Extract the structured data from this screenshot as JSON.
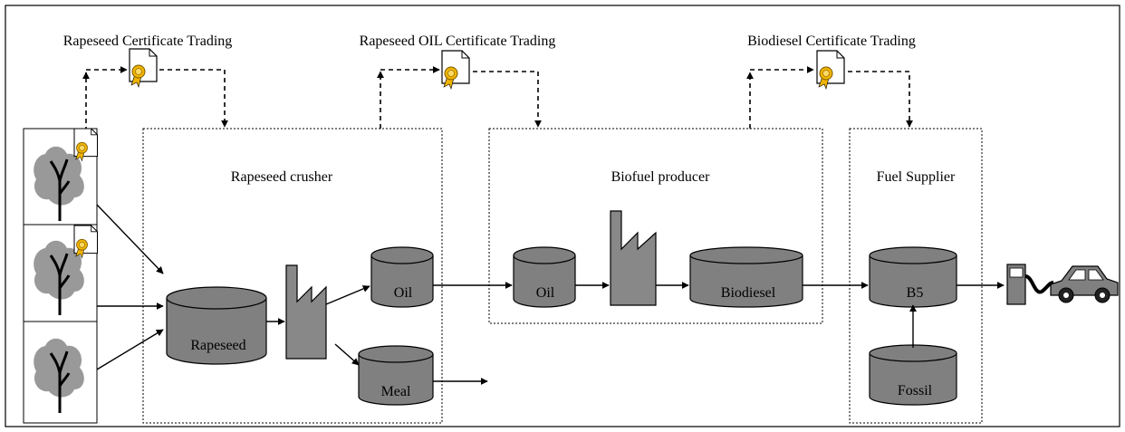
{
  "trading_labels": {
    "rapeseed": "Rapeseed Certificate Trading",
    "oil": "Rapeseed OIL Certificate Trading",
    "biodiesel": "Biodiesel Certificate Trading"
  },
  "stage_titles": {
    "crusher": "Rapeseed crusher",
    "producer": "Biofuel producer",
    "supplier": "Fuel Supplier"
  },
  "tanks": {
    "rapeseed": "Rapeseed",
    "crusher_oil": "Oil",
    "meal": "Meal",
    "producer_oil": "Oil",
    "biodiesel": "Biodiesel",
    "b5": "B5",
    "fossil": "Fossil"
  },
  "icons": [
    "tree-icon",
    "certificate-icon",
    "factory-icon",
    "fuel-pump-icon",
    "car-icon"
  ],
  "colors": {
    "tank_fill": "#808080",
    "tree_fill": "#999999",
    "factory_fill": "#888888",
    "certificate_seal": "#f0b400",
    "stroke": "#000000"
  }
}
